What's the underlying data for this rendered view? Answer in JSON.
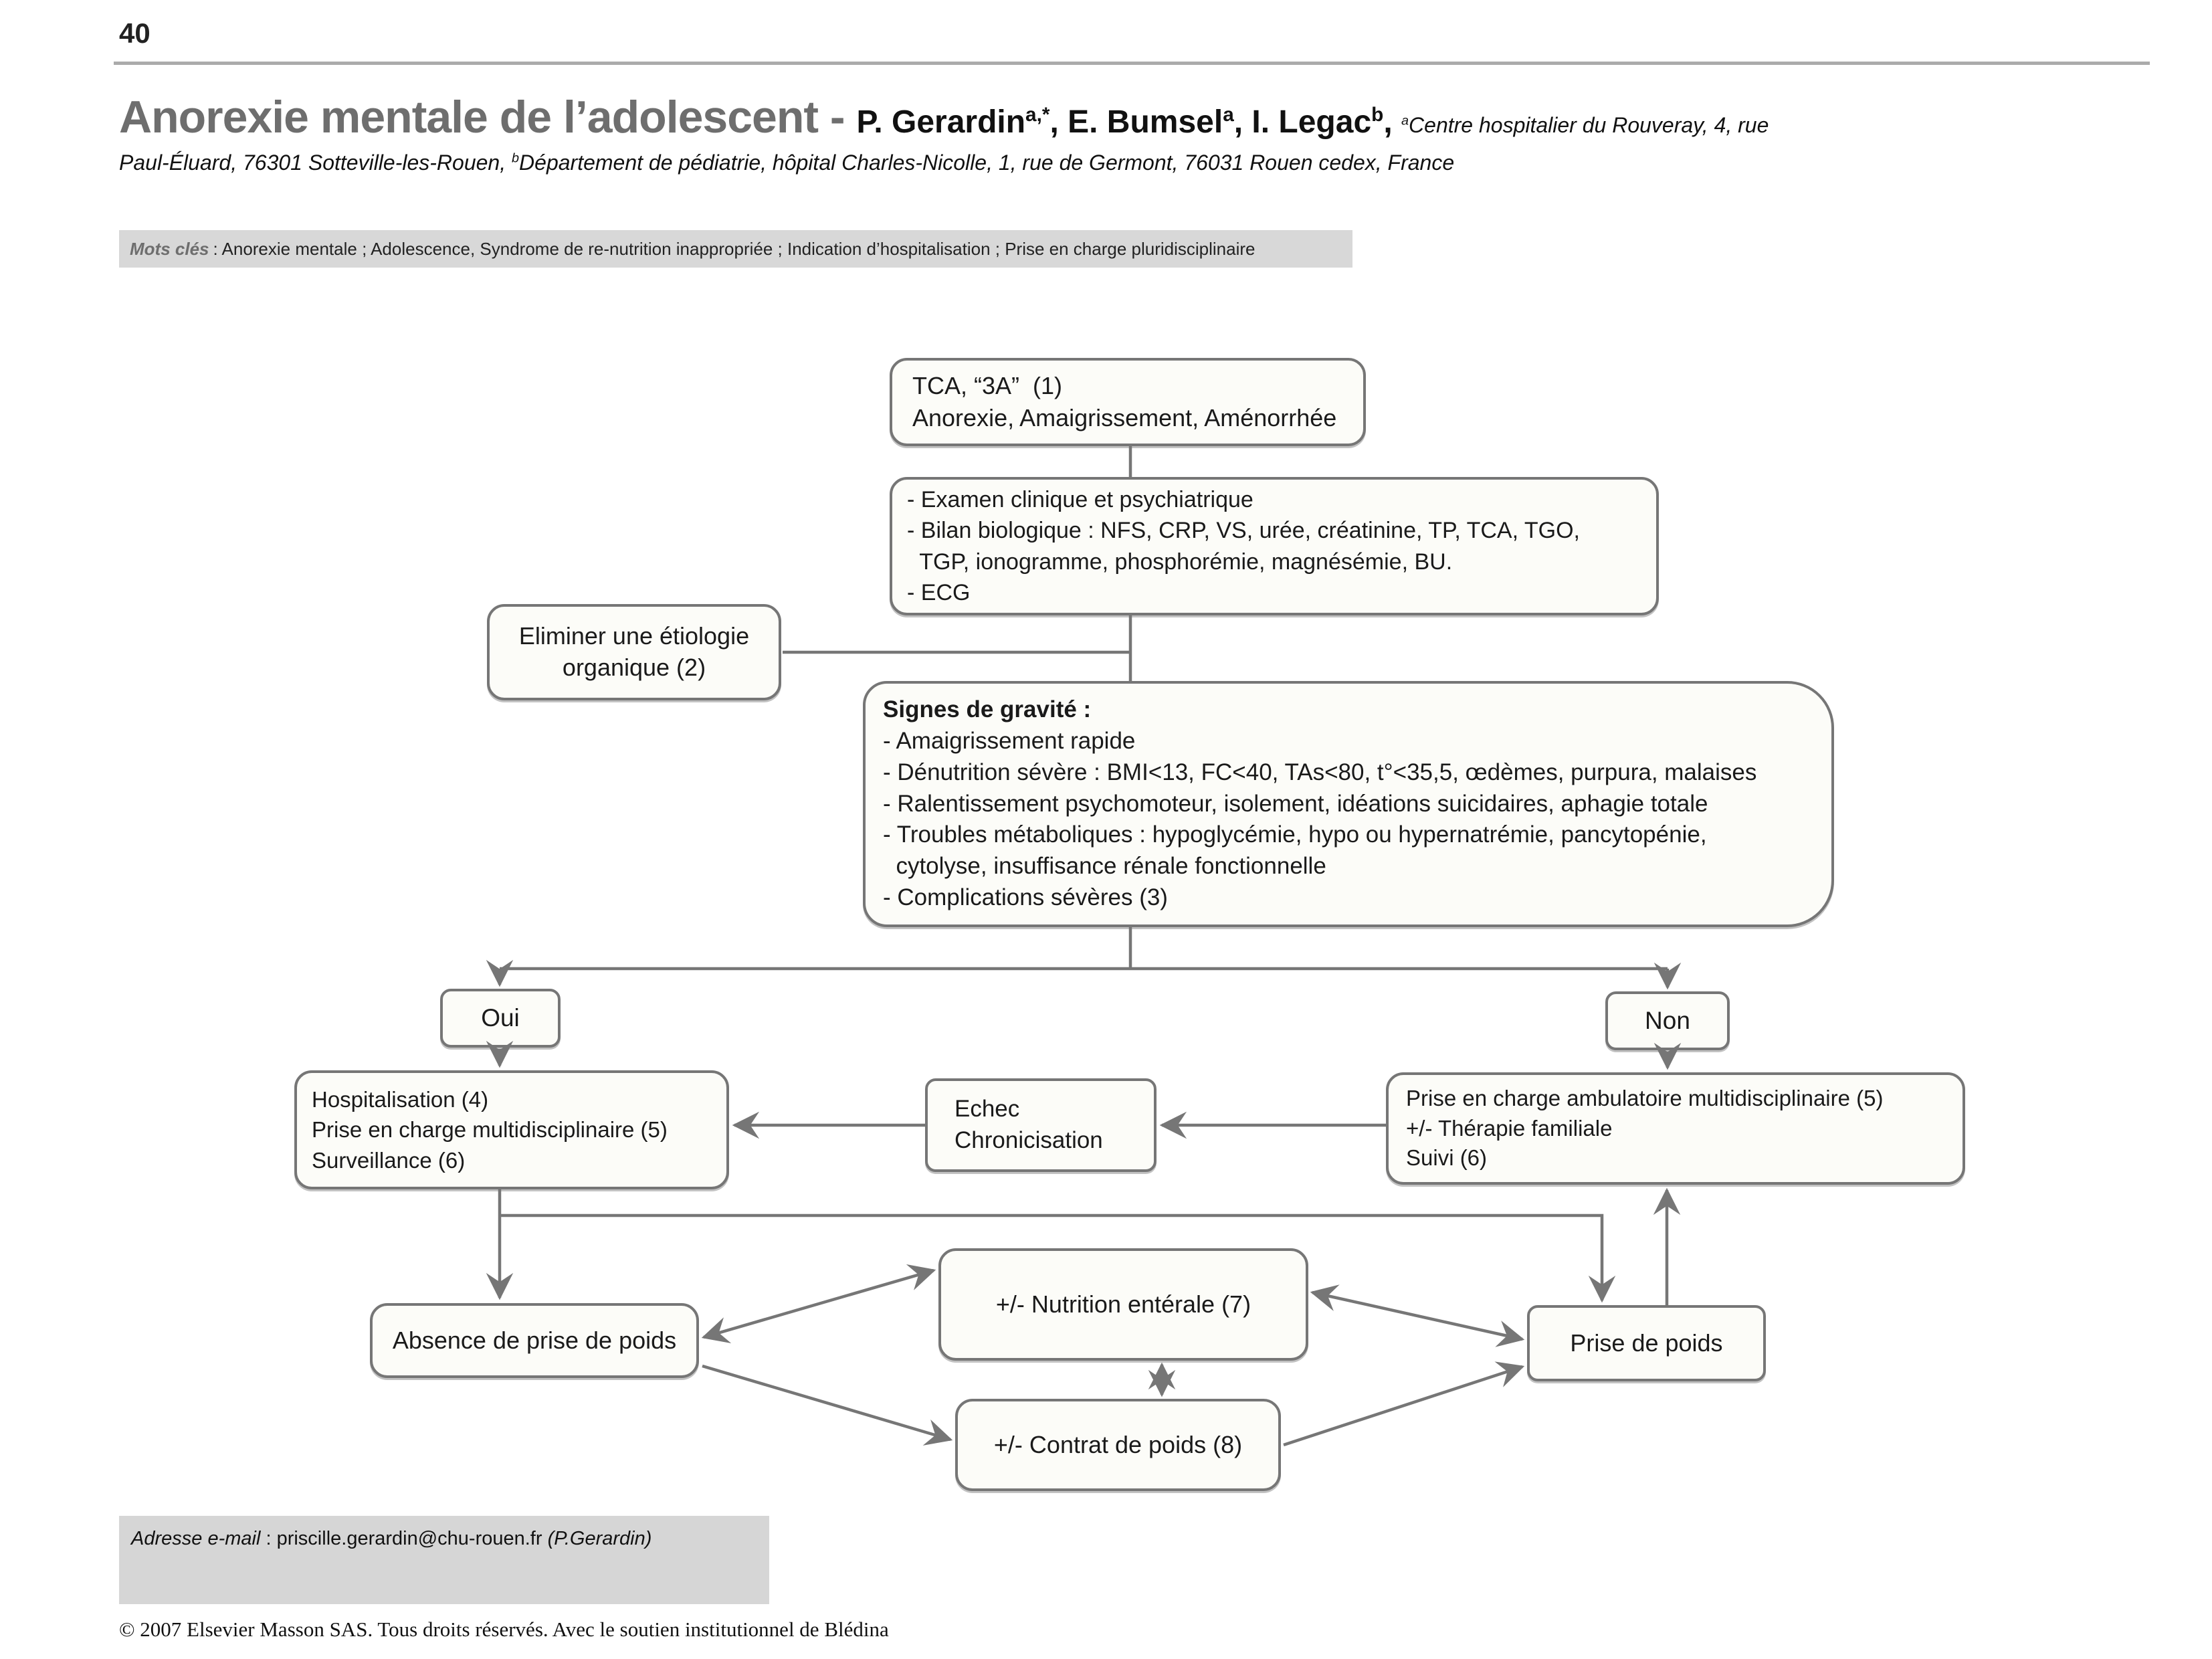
{
  "page": {
    "number": "40"
  },
  "header": {
    "title_main": "Anorexie mentale de l’adolescent - ",
    "authors": [
      {
        "t": "P. Gerardin"
      },
      {
        "t": "a,*",
        "s": "sup"
      },
      {
        "t": ", E. Bumsel"
      },
      {
        "t": "a",
        "s": "sup"
      },
      {
        "t": ", I. Legac"
      },
      {
        "t": "b",
        "s": "sup"
      },
      {
        "t": ", "
      }
    ],
    "affiliation_inline": [
      {
        "t": "a",
        "s": "sup"
      },
      {
        "t": "Centre hospitalier du Rouveray, 4, rue"
      }
    ],
    "affiliation_line2": [
      {
        "t": "Paul-Éluard, 76301 Sotteville-les-Rouen, "
      },
      {
        "t": "b",
        "s": "sup"
      },
      {
        "t": "Département de pédiatrie, hôpital Charles-Nicolle, 1, rue de Germont, 76031 Rouen cedex, France"
      }
    ]
  },
  "keywords": {
    "label": "Mots clés",
    "text": ": Anorexie mentale ; Adolescence, Syndrome de re-nutrition inappropriée ; Indication d’hospitalisation ; Prise en charge pluridisciplinaire"
  },
  "flowchart": {
    "tca": {
      "lines": [
        {
          "t": "TCA, “3A”  (1)"
        },
        {
          "t": "Anorexie, Amaigrissement, Aménorrhée"
        }
      ]
    },
    "examen": {
      "lines": [
        {
          "t": "- Examen clinique et psychiatrique"
        },
        {
          "t": "- Bilan biologique : NFS, CRP, VS, urée, créatinine, TP, TCA, TGO,"
        },
        {
          "t": "  TGP, ionogramme, phosphorémie, magnésémie, BU."
        },
        {
          "t": "- ECG"
        }
      ]
    },
    "eliminer": {
      "lines": [
        {
          "t": "Eliminer une étiologie"
        },
        {
          "t": "organique (2)"
        }
      ]
    },
    "signes": {
      "lines": [
        {
          "t": "Signes de gravité :",
          "b": true
        },
        {
          "t": "- Amaigrissement rapide"
        },
        {
          "t": "- Dénutrition sévère : BMI<13, FC<40, TAs<80, t°<35,5, œdèmes, purpura, malaises"
        },
        {
          "t": "- Ralentissement psychomoteur, isolement, idéations suicidaires, aphagie totale"
        },
        {
          "t": "- Troubles métaboliques : hypoglycémie, hypo ou hypernatrémie, pancytopénie,"
        },
        {
          "t": "  cytolyse, insuffisance rénale fonctionnelle"
        },
        {
          "t": "- Complications sévères (3)"
        }
      ]
    },
    "oui": {
      "label": "Oui"
    },
    "non": {
      "label": "Non"
    },
    "hospitalisation": {
      "lines": [
        {
          "t": "Hospitalisation (4)"
        },
        {
          "t": "Prise en charge multidisciplinaire (5)"
        },
        {
          "t": "Surveillance (6)"
        }
      ]
    },
    "echec": {
      "lines": [
        {
          "t": "Echec"
        },
        {
          "t": "Chronicisation"
        }
      ]
    },
    "ambulatoire": {
      "lines": [
        {
          "t": "Prise en charge ambulatoire multidisciplinaire (5)"
        },
        {
          "t": "+/- Thérapie familiale"
        },
        {
          "t": "Suivi (6)"
        }
      ]
    },
    "absence": {
      "label": "Absence de prise de poids"
    },
    "nutrition": {
      "label": "+/- Nutrition entérale (7)"
    },
    "contrat": {
      "label": "+/- Contrat de poids (8)"
    },
    "prise_poids": {
      "label": "Prise de poids"
    },
    "line_color": "#767676",
    "box_fill": "#fcfcf8"
  },
  "footer": {
    "email_segments": [
      {
        "t": "Adresse e-mail",
        "s": "i"
      },
      {
        "t": " : priscille.gerardin@chu-rouen.fr "
      },
      {
        "t": "(P.Gerardin)",
        "s": "i"
      }
    ],
    "copyright": "© 2007 Elsevier Masson SAS. Tous droits réservés. Avec le soutien institutionnel de Blédina"
  }
}
